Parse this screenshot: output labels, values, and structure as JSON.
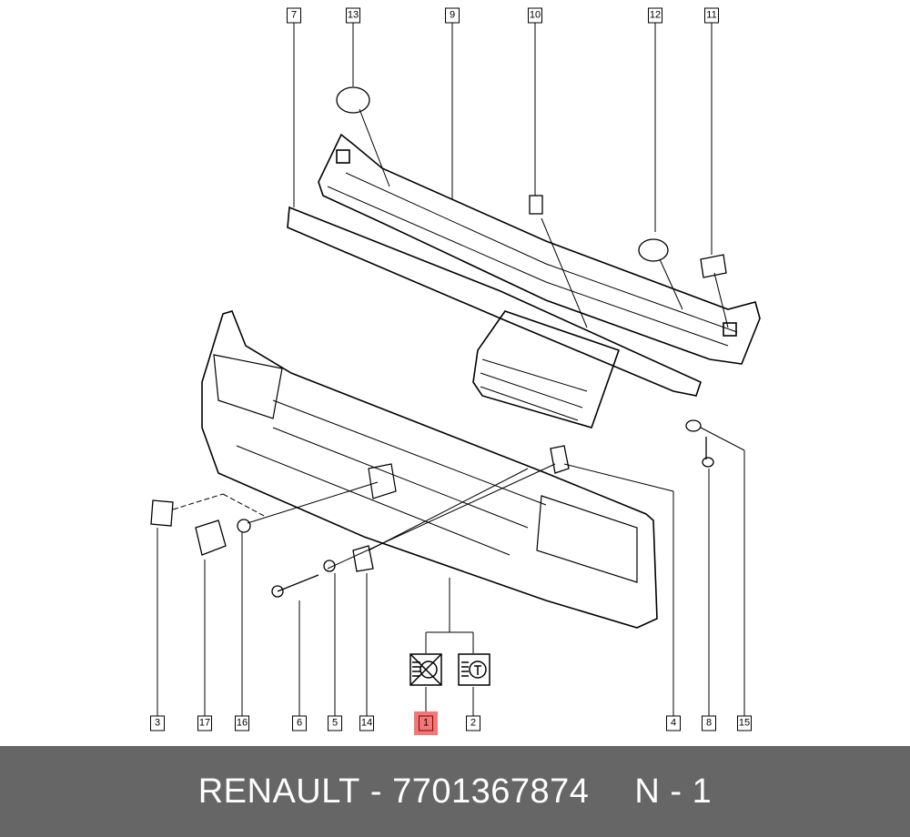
{
  "labels": {
    "p7": "7",
    "p13": "13",
    "p9": "9",
    "p10": "10",
    "p12": "12",
    "p11": "11",
    "p3": "3",
    "p17": "17",
    "p16": "16",
    "p6": "6",
    "p5": "5",
    "p14": "14",
    "p1": "1",
    "p2": "2",
    "p4": "4",
    "p8": "8",
    "p15": "15"
  },
  "highlighted_part": "1",
  "colors": {
    "highlight": "#f07878",
    "footer_bg": "#666666"
  },
  "footer": {
    "brand": "RENAULT",
    "separator": " - ",
    "part_number": "7701367874",
    "page": "N - 1"
  }
}
